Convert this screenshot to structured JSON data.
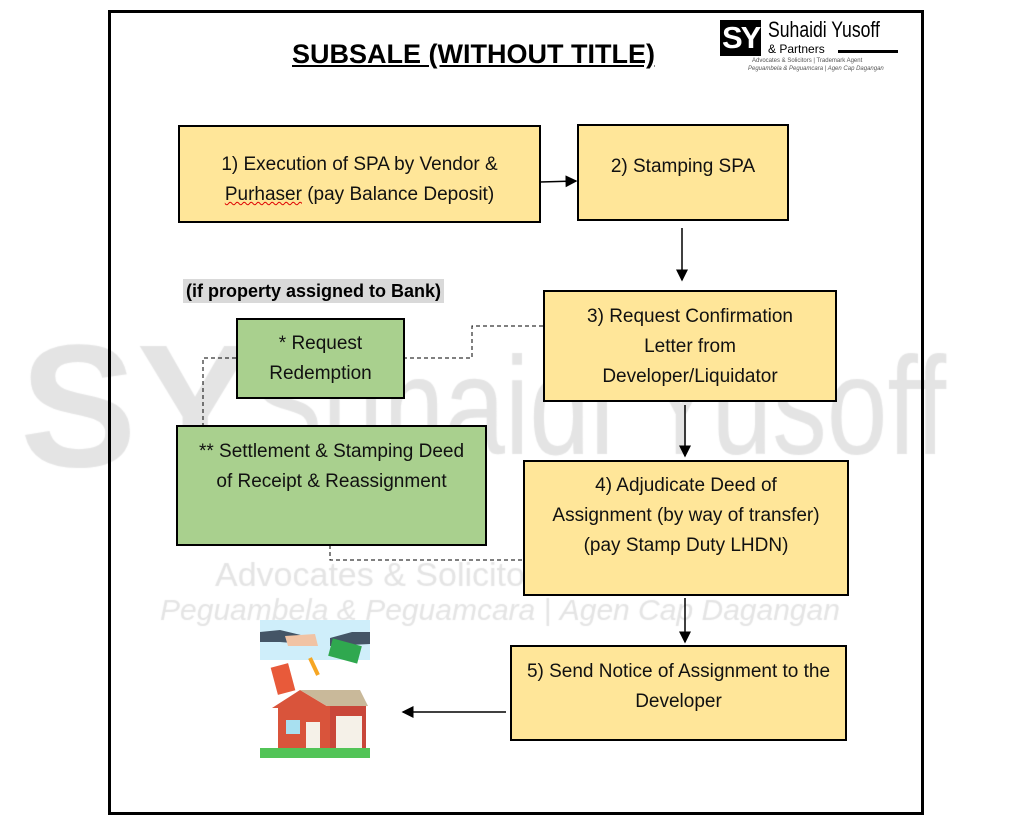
{
  "title": "SUBSALE (WITHOUT TITLE)",
  "logo": {
    "mark": "SY",
    "name": "Suhaidi Yusoff",
    "sub": "& Partners",
    "line1": "Advocates & Solicitors | Trademark Agent",
    "line2": "Peguambela & Peguamcara | Agen Cap Dagangan"
  },
  "watermark": {
    "mark": "SY",
    "name": "Suhaidi Yusoff",
    "line1": "Advocates & Solicitors",
    "line2": "Peguambela & Peguamcara | Agen Cap Dagangan"
  },
  "note": "(if property assigned to Bank)",
  "steps": [
    {
      "line1": "1) Execution of SPA by Vendor &",
      "line2a": "Purhaser",
      "line2b": " (pay Balance Deposit)"
    },
    {
      "text": "2) Stamping SPA"
    },
    {
      "text": "3) Request Confirmation Letter from Developer/Liquidator"
    },
    {
      "text": "4) Adjudicate Deed of Assignment (by way of transfer) (pay Stamp Duty LHDN)"
    },
    {
      "text": "5) Send Notice of Assignment to the Developer"
    }
  ],
  "bank_steps": [
    {
      "text": "* Request Redemption"
    },
    {
      "text": "** Settlement & Stamping Deed of Receipt & Reassignment"
    }
  ],
  "colors": {
    "step": "#FFE699",
    "bank": "#A9D08E"
  }
}
